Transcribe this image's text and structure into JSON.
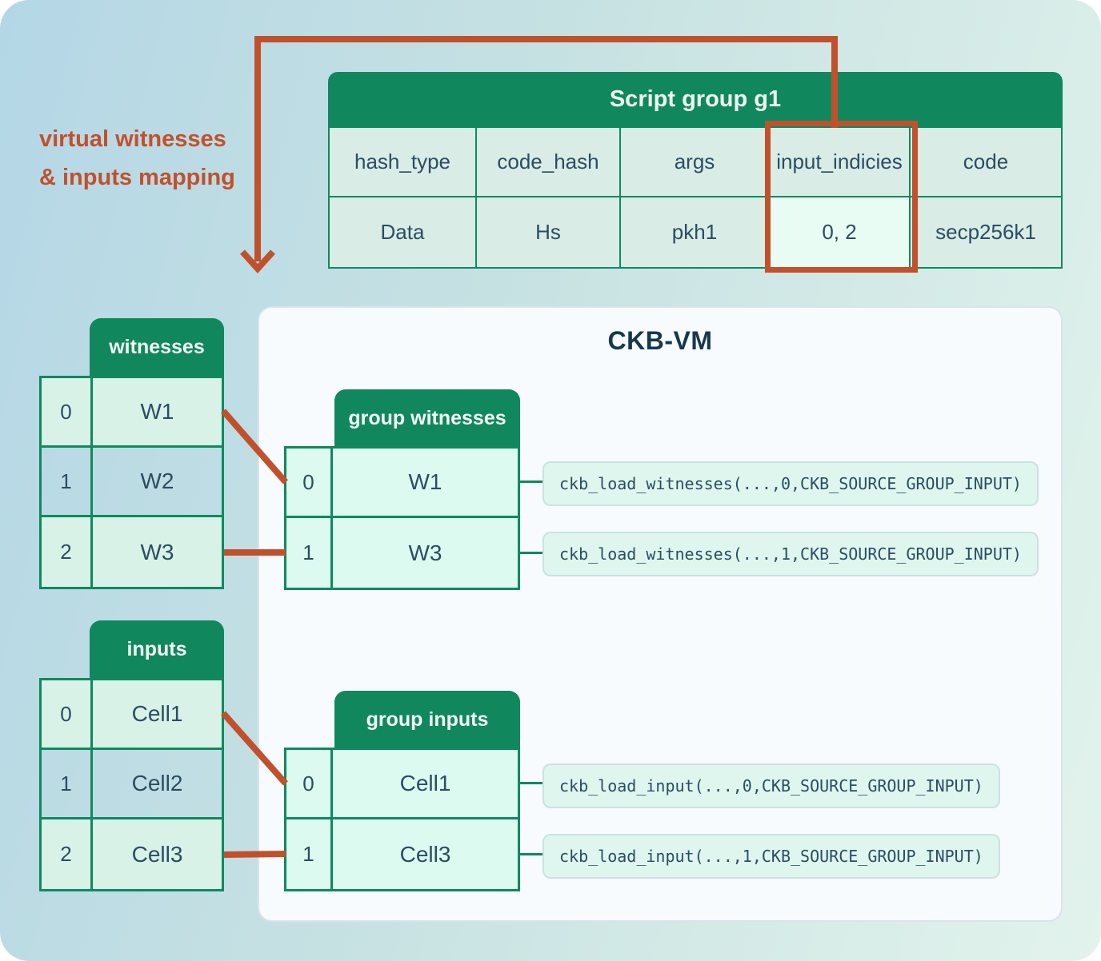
{
  "annotation": {
    "line1": "virtual witnesses",
    "line2": "& inputs mapping"
  },
  "script_group_table": {
    "title": "Script group g1",
    "columns": [
      "hash_type",
      "code_hash",
      "args",
      "input_indicies",
      "code"
    ],
    "values": [
      "Data",
      "Hs",
      "pkh1",
      "0, 2",
      "secp256k1"
    ],
    "highlighted_column": "input_indicies"
  },
  "ckb_vm": {
    "title": "CKB-VM"
  },
  "witnesses_table": {
    "title": "witnesses",
    "rows": [
      {
        "index": "0",
        "value": "W1",
        "in_group": true
      },
      {
        "index": "1",
        "value": "W2",
        "in_group": false
      },
      {
        "index": "2",
        "value": "W3",
        "in_group": true
      }
    ]
  },
  "inputs_table": {
    "title": "inputs",
    "rows": [
      {
        "index": "0",
        "value": "Cell1",
        "in_group": true
      },
      {
        "index": "1",
        "value": "Cell2",
        "in_group": false
      },
      {
        "index": "2",
        "value": "Cell3",
        "in_group": true
      }
    ]
  },
  "group_witnesses_table": {
    "title": "group witnesses",
    "rows": [
      {
        "index": "0",
        "value": "W1"
      },
      {
        "index": "1",
        "value": "W3"
      }
    ]
  },
  "group_inputs_table": {
    "title": "group inputs",
    "rows": [
      {
        "index": "0",
        "value": "Cell1"
      },
      {
        "index": "1",
        "value": "Cell3"
      }
    ]
  },
  "code_calls": {
    "witness_0": "ckb_load_witnesses(...,0,CKB_SOURCE_GROUP_INPUT)",
    "witness_1": "ckb_load_witnesses(...,1,CKB_SOURCE_GROUP_INPUT)",
    "input_0": "ckb_load_input(...,0,CKB_SOURCE_GROUP_INPUT)",
    "input_1": "ckb_load_input(...,1,CKB_SOURCE_GROUP_INPUT)"
  },
  "colors": {
    "accent_orange": "#c0512c",
    "brand_green": "#11875d",
    "border_green": "#0e8a5e",
    "mint_cell": "#dcfaef",
    "dark_text": "#2b4d63"
  }
}
